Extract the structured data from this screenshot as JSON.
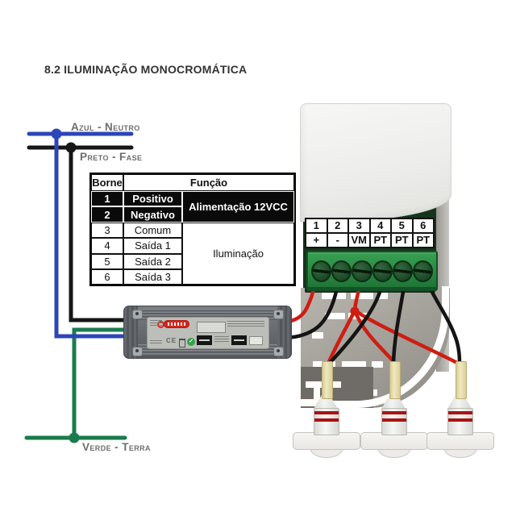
{
  "title": "8.2 ILUMINAÇÃO MONOCROMÁTICA",
  "wires": {
    "neutral": {
      "label": "Azul - Neutro",
      "color": "#2b46b8"
    },
    "phase": {
      "label": "Preto - Fase",
      "color": "#161616"
    },
    "ground": {
      "label": "Verde - Terra",
      "color": "#1b7b4e"
    },
    "dc_positive_color": "#cf1d12",
    "dc_negative_color": "#141414"
  },
  "table": {
    "header_borne": "Borne",
    "header_funcao": "Função",
    "rows": [
      {
        "borne": "1",
        "funcao": "Positivo"
      },
      {
        "borne": "2",
        "funcao": "Negativo"
      },
      {
        "borne": "3",
        "funcao": "Comum"
      },
      {
        "borne": "4",
        "funcao": "Saída 1"
      },
      {
        "borne": "5",
        "funcao": "Saída 2"
      },
      {
        "borne": "6",
        "funcao": "Saída 3"
      }
    ],
    "group_power": "Alimentação 12VCC",
    "group_lighting": "Iluminação"
  },
  "terminal_block": {
    "numbers": [
      "1",
      "2",
      "3",
      "4",
      "5",
      "6"
    ],
    "labels": [
      "+",
      "-",
      "VM",
      "PT",
      "PT",
      "PT"
    ]
  },
  "power_supply": {
    "ce_mark": "CE"
  }
}
